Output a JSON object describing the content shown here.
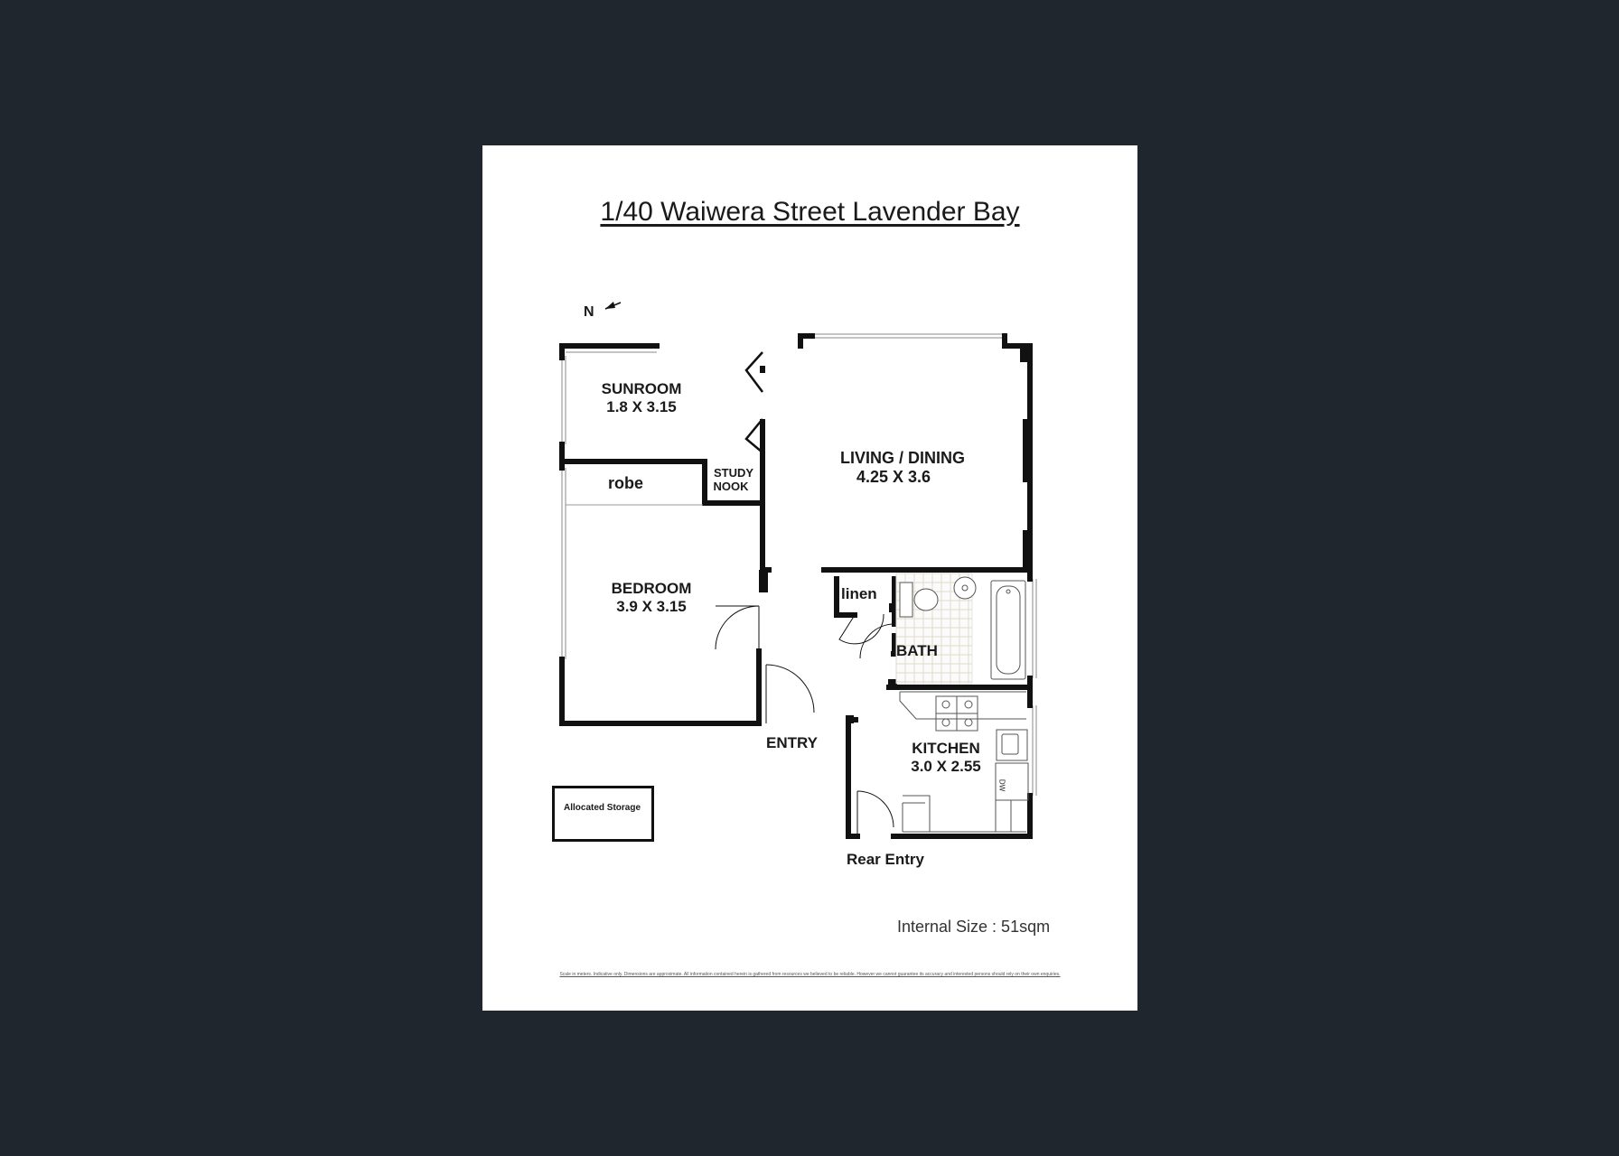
{
  "title": "1/40 Waiwera Street Lavender Bay",
  "north": "N",
  "rooms": {
    "sunroom": {
      "name": "SUNROOM",
      "size": "1.8 X 3.15"
    },
    "living": {
      "name": "LIVING / DINING",
      "size": "4.25 X 3.6"
    },
    "robe": "robe",
    "study": {
      "line1": "STUDY",
      "line2": "NOOK"
    },
    "bedroom": {
      "name": "BEDROOM",
      "size": "3.9 X 3.15"
    },
    "linen": "linen",
    "bath": "BATH",
    "entry": "ENTRY",
    "kitchen": {
      "name": "KITCHEN",
      "size": "3.0 X 2.55"
    },
    "rear_entry": "Rear Entry",
    "dw": "DW"
  },
  "storage": "Allocated Storage",
  "internal_size": "Internal Size : 51sqm",
  "disclaimer": "Scale in meters. Indicative only. Dimensions are approximate. All information contained herein is gathered from resources we believed to be reliable. However we cannot guarantee its accuracy and interested persons should rely on their own enquiries."
}
